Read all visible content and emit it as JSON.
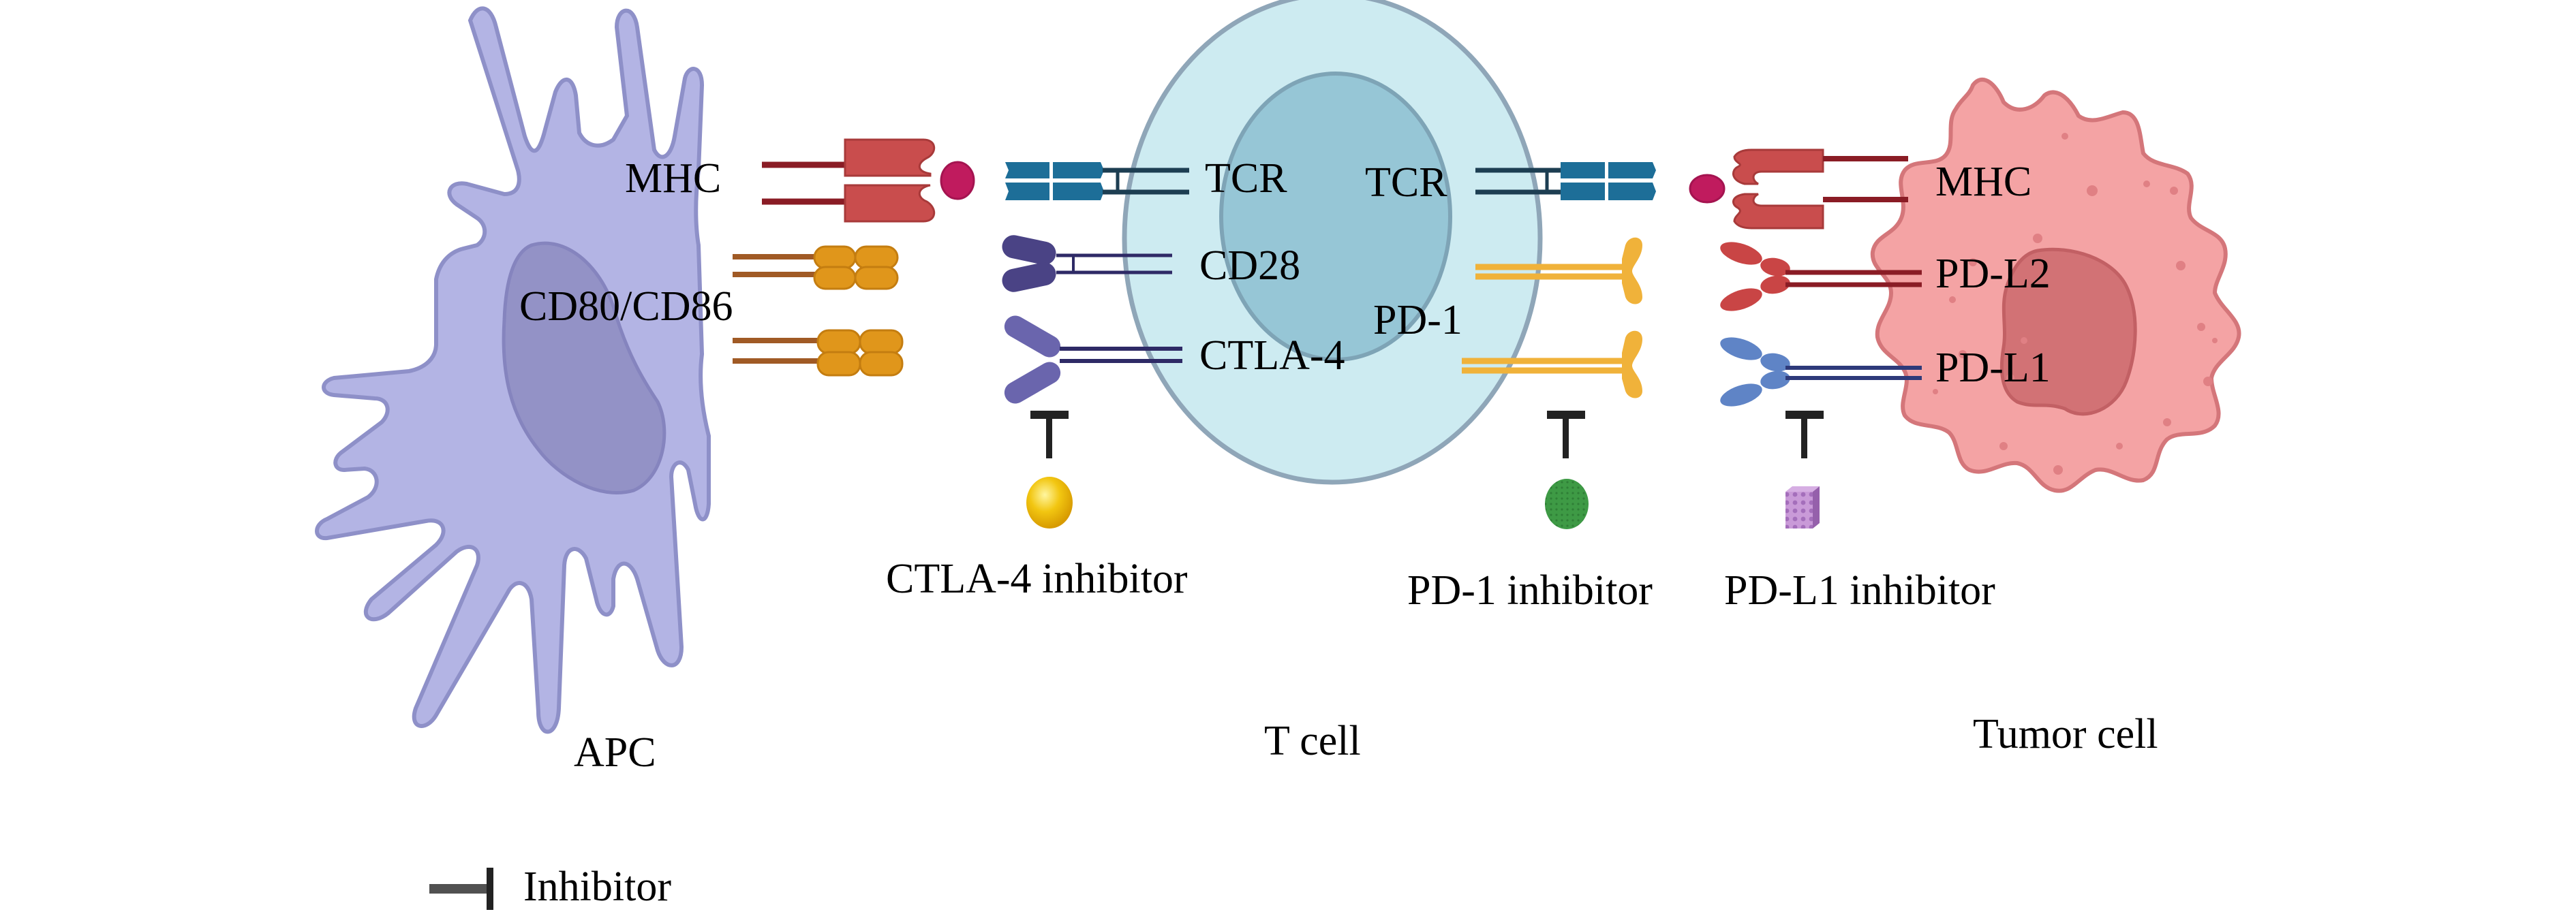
{
  "title": "Immune checkpoint inhibitors: APC, T cell and tumor cell interactions",
  "colors": {
    "apc_fill": "#b3b4e4",
    "apc_stroke": "#8e90c8",
    "apc_nucleus": "#9392c6",
    "tcell_fill": "#cdebf1",
    "tcell_stroke": "#8fa6b8",
    "tcell_nucleus": "#96c6d6",
    "tumor_fill": "#f4a3a4",
    "tumor_stroke": "#d4767a",
    "tumor_nucleus": "#d27275",
    "mhc": "#c94d4d",
    "mhc_stem": "#8a1c25",
    "antigen": "#c01b5e",
    "tcr": "#1d6e98",
    "tcr_stem": "#1d3e52",
    "cd80": "#e0961b",
    "cd80_stem": "#a05a25",
    "cd28": "#4a4385",
    "ctla4": "#6a65ad",
    "pd1": "#f0b23a",
    "pdl2": "#c94545",
    "pdl1": "#5f84c6",
    "ctla4_inhibitor": "#f2c611",
    "pd1_inhibitor": "#3e9a45",
    "pdl1_inhibitor": "#b17ccb",
    "inhibitor_bar": "#222222"
  },
  "cells": {
    "apc": {
      "name": "APC",
      "labels": {
        "mhc": "MHC",
        "costim": "CD80/CD86"
      }
    },
    "tcell": {
      "name": "T cell",
      "labels": {
        "tcr_left": "TCR",
        "cd28": "CD28",
        "ctla4": "CTLA-4",
        "tcr_right": "TCR",
        "pd1": "PD-1"
      }
    },
    "tumor": {
      "name": "Tumor cell",
      "labels": {
        "mhc": "MHC",
        "pdl2": "PD-L2",
        "pdl1": "PD-L1"
      }
    }
  },
  "inhibitors": [
    {
      "label": "CTLA-4 inhibitor",
      "icon": "yellow-sphere-icon"
    },
    {
      "label": "PD-1 inhibitor",
      "icon": "green-sphere-icon"
    },
    {
      "label": "PD-L1 inhibitor",
      "icon": "purple-cube-icon"
    }
  ],
  "legend": {
    "symbol": "inhibitor-tbar-icon",
    "label": "Inhibitor"
  }
}
